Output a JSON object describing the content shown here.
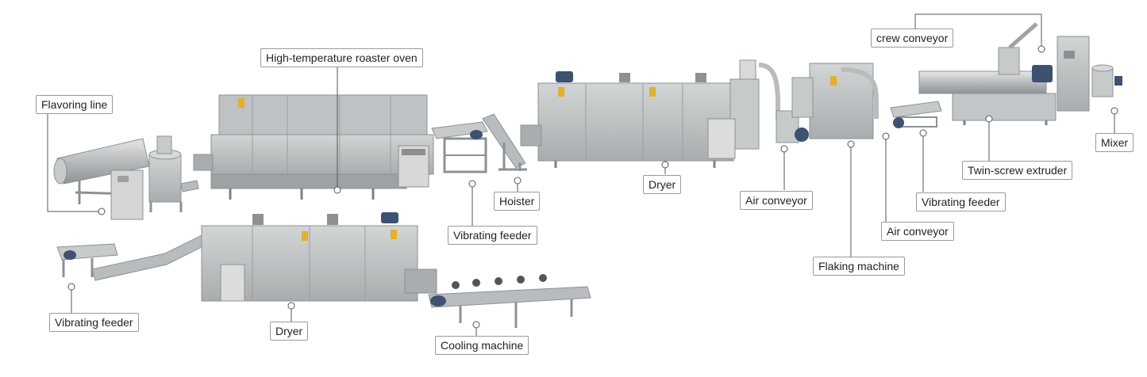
{
  "labels": {
    "crew_conveyor": "crew conveyor",
    "high_temp_oven": "High-temperature roaster oven",
    "flavoring_line": "Flavoring line",
    "mixer": "Mixer",
    "twin_screw_extruder": "Twin-screw extruder",
    "hoister": "Hoister",
    "dryer_top": "Dryer",
    "air_conveyor_top": "Air conveyor",
    "vibrating_feeder_right": "Vibrating feeder",
    "air_conveyor_right": "Air conveyor",
    "vibrating_feeder_mid": "Vibrating feeder",
    "flaking_machine": "Flaking machine",
    "vibrating_feeder_bottom": "Vibrating feeder",
    "dryer_bottom": "Dryer",
    "cooling_machine": "Cooling machine"
  },
  "colors": {
    "steel": "#b9bcbe",
    "steel_dark": "#8d9194",
    "steel_light": "#d7d9da",
    "leader": "#555555",
    "motor": "#3d5170",
    "warning": "#e1b12c"
  }
}
